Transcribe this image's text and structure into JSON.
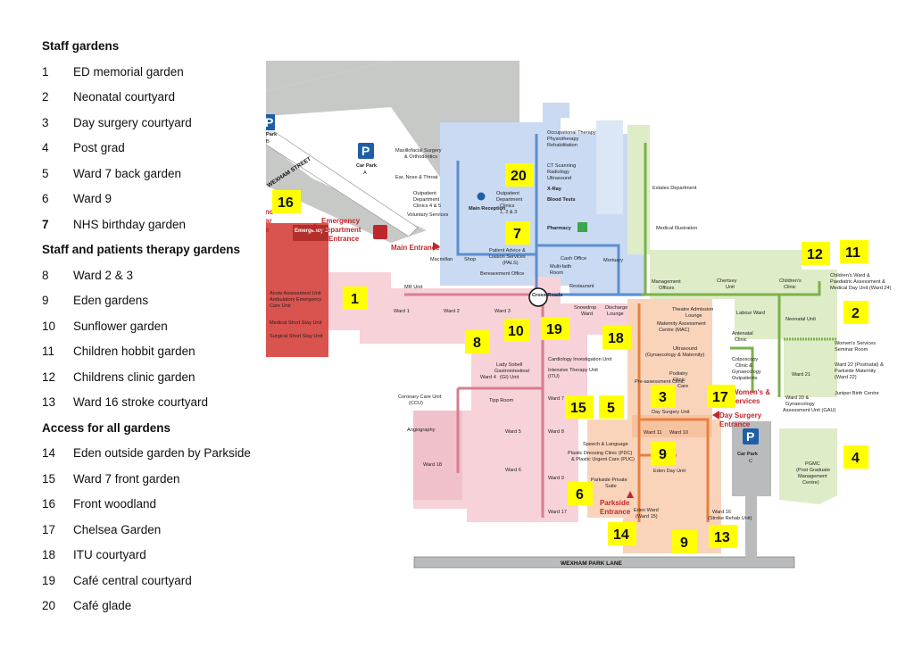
{
  "legend": {
    "sections": [
      {
        "title": "Staff gardens",
        "items": [
          {
            "num": "1",
            "name": "ED memorial garden"
          },
          {
            "num": "2",
            "name": "Neonatal courtyard"
          },
          {
            "num": "3",
            "name": "Day surgery  courtyard"
          },
          {
            "num": "4",
            "name": "Post grad"
          },
          {
            "num": "5",
            "name": "Ward 7 back garden"
          },
          {
            "num": "6",
            "name": "Ward 9"
          },
          {
            "num": "7",
            "name": "NHS birthday garden"
          }
        ]
      },
      {
        "title": "Staff and patients therapy gardens",
        "items": [
          {
            "num": "8",
            "name": "Ward 2 & 3"
          },
          {
            "num": "9",
            "name": "Eden gardens"
          },
          {
            "num": "10",
            "name": "Sunflower garden"
          },
          {
            "num": "11",
            "name": "Children hobbit garden"
          },
          {
            "num": "12",
            "name": "Childrens clinic garden"
          },
          {
            "num": "13",
            "name": "Ward 16 stroke courtyard"
          }
        ]
      },
      {
        "title": "Access for all gardens",
        "items": [
          {
            "num": "14",
            "name": "Eden outside garden by Parkside"
          },
          {
            "num": "15",
            "name": "Ward 7 front garden"
          },
          {
            "num": "16",
            "name": "Front woodland"
          },
          {
            "num": "17",
            "name": "Chelsea Garden"
          },
          {
            "num": "18",
            "name": "ITU courtyard"
          },
          {
            "num": "19",
            "name": "Café central courtyard"
          },
          {
            "num": "20",
            "name": "Café glade"
          }
        ]
      }
    ]
  },
  "map": {
    "colors": {
      "badge": "#ffff00",
      "emergency": "#d9534f",
      "blue_zone": "#c9daf2",
      "pink_zone": "#f7d2d9",
      "green_zone": "#dfecc8",
      "orange_zone": "#f9d4bb",
      "car_park": "#1f5ea8",
      "accent_red": "#c0272d"
    },
    "roads": {
      "main": "WEXHAM PARK LANE",
      "side": "WEXHAM STREET"
    },
    "car_parks": [
      {
        "letter": "P",
        "label": "Car Park",
        "sub": "A"
      },
      {
        "letter": "P",
        "label": "Car Park",
        "sub": "C"
      },
      {
        "letter": "P",
        "label": "Park",
        "sub": "B"
      }
    ],
    "entrances": {
      "main": "Main Entrance",
      "emergency_1": "Emergency",
      "emergency_2": "Department",
      "emergency_3": "Entrance",
      "parkside_1": "Parkside",
      "parkside_2": "Entrance",
      "day_surgery_1": "Day Surgery",
      "day_surgery_2": "Entrance",
      "womens_1": "Women's &",
      "womens_2": "'s Services"
    },
    "crossroads": "Cross Roads",
    "emergency_dept": "Emergency Department",
    "labels": {
      "maxillofacial": "Maxillofacial Surgery",
      "orthodontics": "& Orthodontics",
      "ent": "Ear, Nose & Throat",
      "outpatient_a": "Outpatient",
      "outpatient_b": "Department",
      "outpatient_c": "Clinics 4 & 5",
      "voluntary": "Voluntary Services",
      "main_reception": "Main Reception",
      "opd_clinics_a": "Outpatient",
      "opd_clinics_b": "Department",
      "opd_clinics_c": "Clinics",
      "opd_clinics_d": "1, 2 & 3",
      "occ_therapy": "Occupational Therapy",
      "physio": "Physiotherapy",
      "rehab": "Rehabilitation",
      "ct": "CT Scanning",
      "radiology": "Radiology",
      "ultrasound": "Ultrasound",
      "xray": "X-Ray",
      "blood_tests": "Blood Tests",
      "pharmacy": "Pharmacy",
      "estates": "Estates Department",
      "medical_illustration": "Medical Illustration",
      "macmillan": "Macmillan",
      "shop": "Shop",
      "pals_a": "Patient Advice &",
      "pals_b": "Liaison Services",
      "pals_c": "(PALS)",
      "bereavement": "Bereavement Office",
      "cash_office": "Cash Office",
      "multifaith_a": "Multi-faith",
      "multifaith_b": "Room",
      "mortuary": "Mortuary",
      "restaurant": "Restaurant",
      "mri": "MR Unit",
      "ward1": "Ward 1",
      "ward2": "Ward 2",
      "ward3": "Ward 3",
      "snowdrop_a": "Snowdrop",
      "snowdrop_b": "Ward",
      "discharge_a": "Discharge",
      "discharge_b": "Lounge",
      "management_a": "Management",
      "management_b": "Offices",
      "theatre_a": "Theatre Admission",
      "theatre_b": "Lounge",
      "maternity_a": "Maternity Assessment",
      "maternity_b": "Centre (MAC)",
      "ultrasound2_a": "Ultrasound",
      "ultrasound2_b": "(Gynaecology & Maternity)",
      "labour": "Labour Ward",
      "antenatal_a": "Antenatal",
      "antenatal_b": "Clinic",
      "colposcopy_a": "Colposcopy",
      "colposcopy_b": "Clinic &",
      "colposcopy_c": "Gynaecology",
      "colposcopy_d": "Outpatients",
      "chertsey_a": "Chertsey",
      "chertsey_b": "Unit",
      "childrens_clinic_a": "Children's",
      "childrens_clinic_b": "Clinic",
      "paeds_a": "Children's Ward &",
      "paeds_b": "Paediatric Assessment &",
      "paeds_c": "Medical Day Unit (Ward 24)",
      "neonatal": "Neonatal Unit",
      "womens_seminar_a": "Women's Services",
      "womens_seminar_b": "Seminar Room",
      "ward21": "Ward 21",
      "ward22_a": "Ward 22 (Postnatal) &",
      "ward22_b": "Parkside Maternity",
      "ward22_c": "(Ward 22)",
      "juniper": "Juniper Birth Centre",
      "ward20_a": "Ward 20 &",
      "ward20_b": "Gynaecology",
      "ward20_c": "Assessment Unit (GAU)",
      "acute_a": "Acute Assessment Unit",
      "acute_b": "Ambulatory Emergency",
      "acute_c": "Care Unit",
      "medical_short": "Medical Short Stay Unit",
      "surgical_short": "Surgical Short Stay Unit",
      "lady_sobell_a": "Lady Sobell",
      "lady_sobell_b": "Gastrointestinal",
      "lady_sobell_c": "(GI) Unit",
      "ward4": "Ward 4",
      "cardiology": "Cardiology Investigation Unit",
      "itu_a": "Intensive Therapy Unit",
      "itu_b": "(ITU)",
      "coronary_a": "Coronary Care Unit",
      "coronary_b": "(CCU)",
      "angiography": "Angiography",
      "ward18": "Ward 18",
      "tipp": "Tipp Room",
      "ward7": "Ward 7",
      "ward5": "Ward 5",
      "ward8": "Ward 8",
      "ward6": "Ward 6",
      "ward9": "Ward 9",
      "ward17": "Ward 17",
      "podiatry_a": "Podiatry",
      "podiatry_b": "Clinic",
      "podiatry_c": "Care",
      "pre_assessment": "Pre-assessment Clinic",
      "day_surgery_unit": "Day Surgery Unit",
      "ward11": "Ward 11",
      "ward10": "Ward 10",
      "speech": "Speech & Language",
      "plastic_a": "Plastic Dressing Clinic (PDC)",
      "plastic_b": "& Plastic Urgent Care (PUC)",
      "eden_day": "Eden Day Unit",
      "parkside_private_a": "Parkside Private",
      "parkside_private_b": "Suite",
      "eden_ward_a": "Eden Ward",
      "eden_ward_b": "(Ward 15)",
      "ward16_a": "Ward 16",
      "ward16_b": "(Stroke Rehab Unit)",
      "pgmc_a": "PGMC",
      "pgmc_b": "(Post Graduate",
      "pgmc_c": "Management",
      "pgmc_d": "Centre)",
      "ed_partial_a": "nc",
      "ed_partial_b": "ar",
      "ed_partial_c": "e"
    },
    "gardens": [
      "1",
      "2",
      "3",
      "4",
      "5",
      "6",
      "7",
      "8",
      "9",
      "10",
      "11",
      "12",
      "13",
      "14",
      "15",
      "16",
      "17",
      "18",
      "19",
      "20"
    ]
  }
}
